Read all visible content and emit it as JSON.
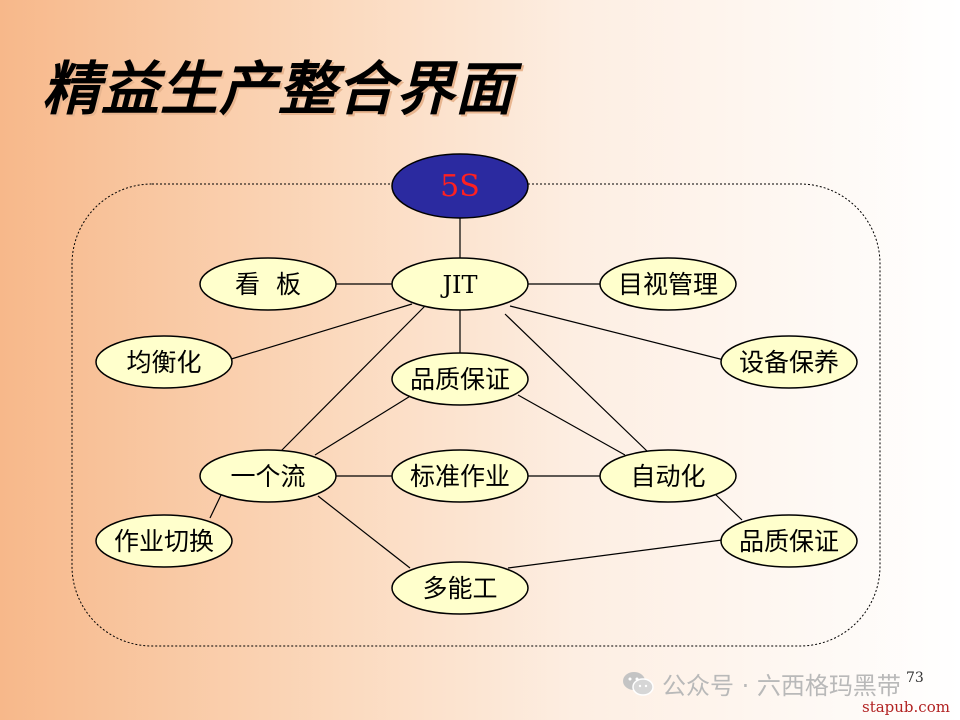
{
  "title": "精益生产整合界面",
  "nodes": {
    "s5": "5S",
    "jit": "JIT",
    "kanban": "看  板",
    "visual_mgmt": "目视管理",
    "leveling": "均衡化",
    "equipment_maint": "设备保养",
    "quality_assurance_center": "品质保证",
    "one_piece_flow": "一个流",
    "standard_work": "标准作业",
    "autonomation": "自动化",
    "changeover": "作业切换",
    "quality_assurance_right": "品质保证",
    "multi_skill": "多能工"
  },
  "colors": {
    "node_fill": "#ffffcc",
    "s5_fill": "#2b2aa0",
    "s5_text": "#ff2020"
  },
  "footer": {
    "page_number": "73",
    "watermark": "公众号 · 六西格玛黑带",
    "site": "stapub.com"
  }
}
